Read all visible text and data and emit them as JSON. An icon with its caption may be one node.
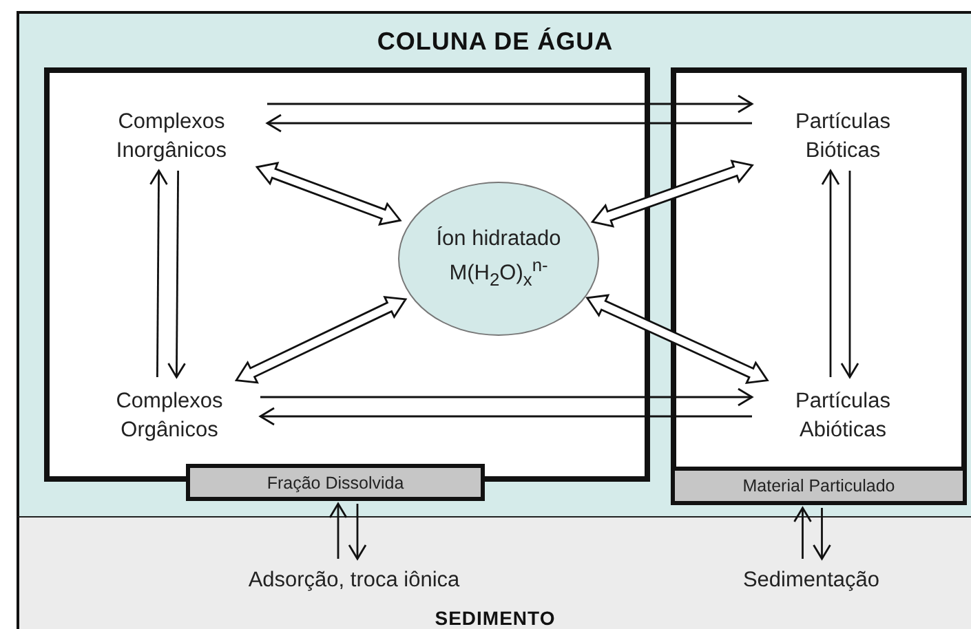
{
  "diagram": {
    "nodes": [
      {
        "text": [
          "COLUNA DE ÁGUA"
        ]
      },
      {
        "text": [
          "Fração Dissolvida"
        ],
        "in": 0
      },
      {
        "text": [
          "Complexos Inorgânicos"
        ],
        "in": 1
      },
      {
        "text": [
          "Íon hidratado M(H$_{2}$O)$_{x}$$^{n-}$"
        ],
        "in": 1
      },
      {
        "text": [
          "Complexos Orgânicos"
        ],
        "in": 1
      },
      {
        "text": [
          "Material Particulado"
        ],
        "in": 0
      },
      {
        "text": [
          "Partículas Bióticas"
        ],
        "in": 5
      },
      {
        "text": [
          "Partículas Abióticas"
        ],
        "in": 5
      },
      {
        "text": [
          "SEDIMENTO"
        ]
      },
      {
        "text": [
          "Adsorção, troca iônica"
        ],
        "in": 8
      },
      {
        "text": [
          "Sedimentação"
        ],
        "in": 8
      }
    ],
    "edges": [
      {
        "from": 2,
        "to": 3,
        "arrow": "both",
        "style": "thick"
      },
      {
        "from": 3,
        "to": 6,
        "arrow": "both",
        "style": "thick"
      },
      {
        "from": 4,
        "to": 3,
        "arrow": "both",
        "style": "thick"
      },
      {
        "from": 3,
        "to": 7,
        "arrow": "both",
        "style": "thick"
      },
      {
        "from": 2,
        "to": 6,
        "arrow": "to"
      },
      {
        "from": 6,
        "to": 2,
        "arrow": "to"
      },
      {
        "from": 4,
        "to": 7,
        "arrow": "to"
      },
      {
        "from": 7,
        "to": 4,
        "arrow": "to"
      },
      {
        "from": 4,
        "to": 2,
        "arrow": "to"
      },
      {
        "from": 2,
        "to": 4,
        "arrow": "to"
      },
      {
        "from": 7,
        "to": 6,
        "arrow": "to"
      },
      {
        "from": 6,
        "to": 7,
        "arrow": "to"
      },
      {
        "from": 9,
        "to": 1,
        "arrow": "to"
      },
      {
        "from": 1,
        "to": 9,
        "arrow": "to"
      },
      {
        "from": 10,
        "to": 5,
        "arrow": "to"
      },
      {
        "from": 5,
        "to": 10,
        "arrow": "to"
      }
    ]
  }
}
